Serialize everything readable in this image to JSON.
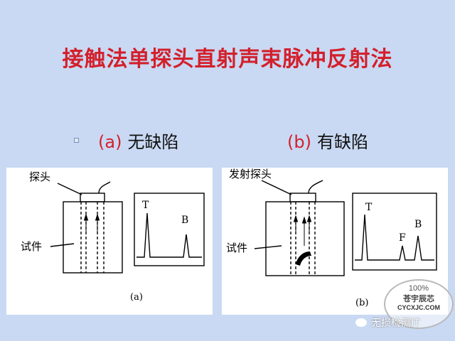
{
  "title": "接触法单探头直射声束脉冲反射法",
  "subtitles": {
    "a_letter": "(a)",
    "a_text": "无缺陷",
    "b_letter": "(b)",
    "b_text": "有缺陷"
  },
  "panel_a": {
    "probe_label": "探头",
    "specimen_label": "试件",
    "peak_t": "T",
    "peak_b": "B",
    "caption": "(a)"
  },
  "panel_b": {
    "probe_label": "发射探头",
    "specimen_label": "试件",
    "peak_t": "T",
    "peak_f": "F",
    "peak_b": "B",
    "caption": "(b)"
  },
  "watermark": {
    "percent": "100%",
    "brand": "苍宇辰芯",
    "site": "CYCXJC.COM"
  },
  "footer": {
    "text": "无损检测IT"
  },
  "colors": {
    "title": "#d3202c",
    "background": "#c9d9f3"
  }
}
